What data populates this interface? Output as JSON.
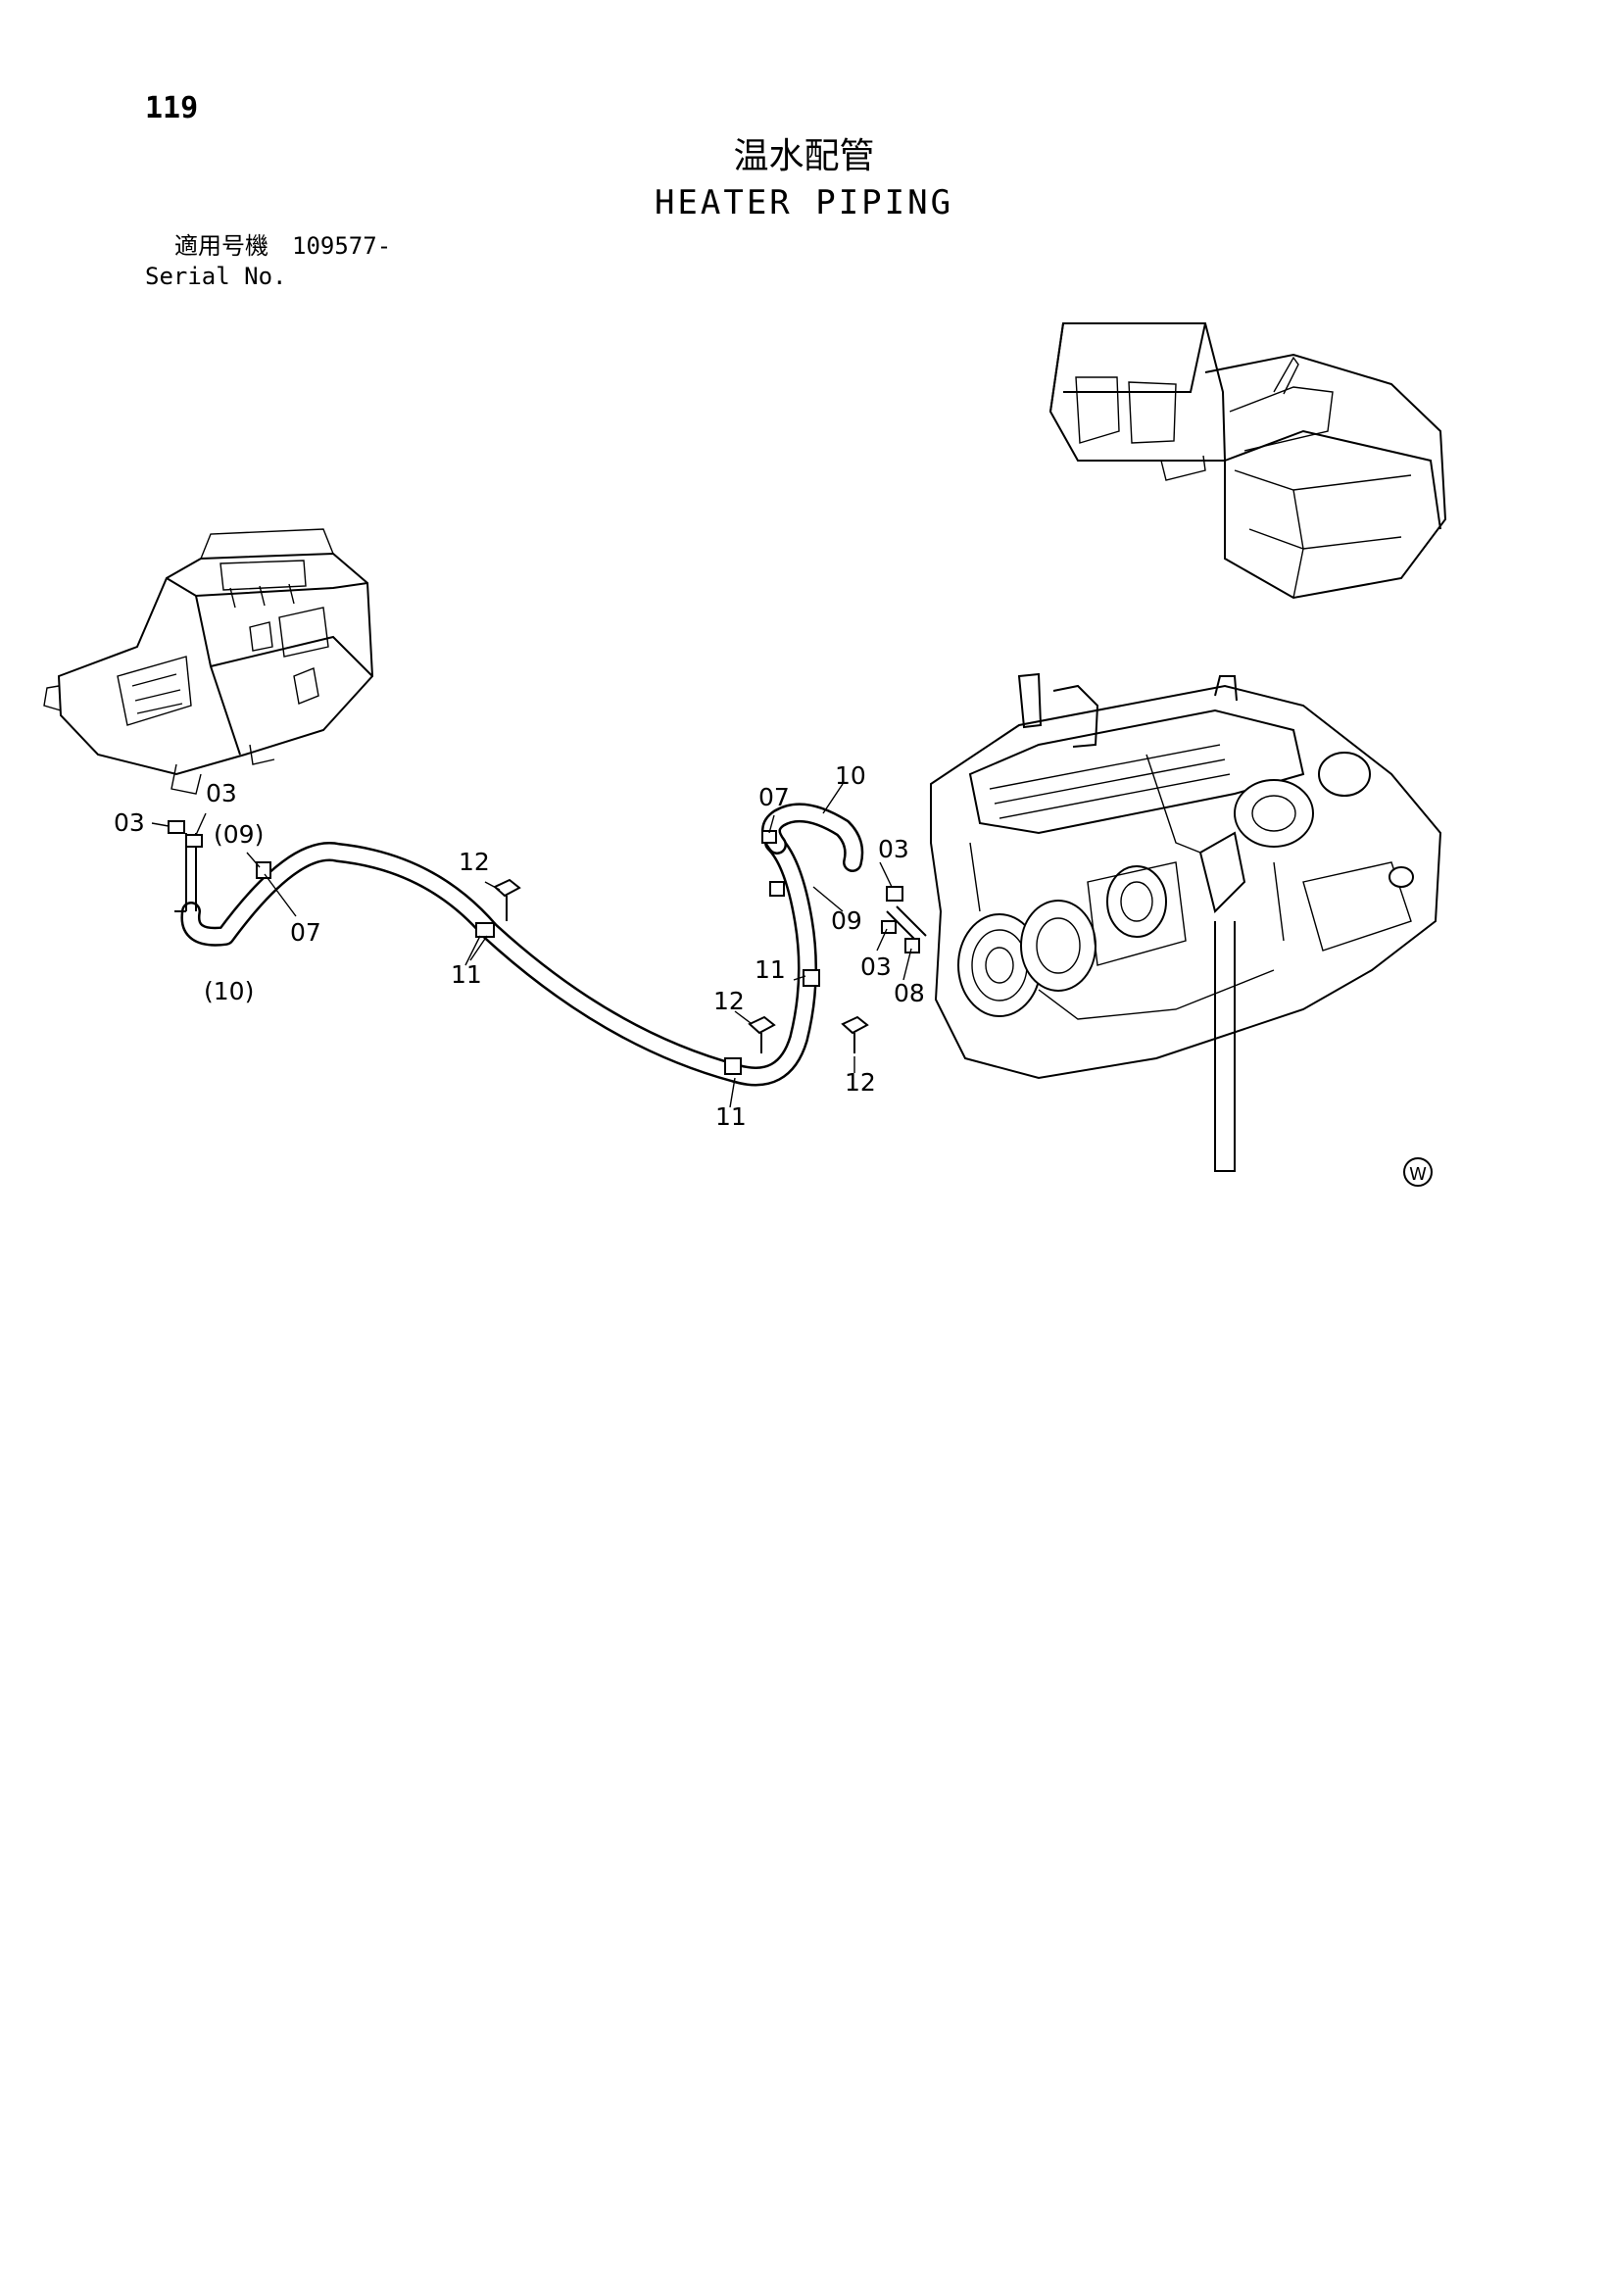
{
  "header": {
    "page_number": "119",
    "title_jp": "温水配管",
    "title_en": "HEATER PIPING",
    "serial_label_jp": "適用号機",
    "serial_value": "109577-",
    "serial_label_en": "Serial No."
  },
  "callouts": {
    "c03_left": "03",
    "c03_upper": "03",
    "c09_paren": "(09)",
    "c07_left": "07",
    "c10_paren": "(10)",
    "c12_top": "12",
    "c11_mid": "11",
    "c07_right": "07",
    "c10_right": "10",
    "c03_right_top": "03",
    "c09_right": "09",
    "c03_right_low": "03",
    "c08": "08",
    "c11_right": "11",
    "c12_lower": "12",
    "c12_right": "12",
    "c11_bottom": "11"
  },
  "corner_mark": "W"
}
